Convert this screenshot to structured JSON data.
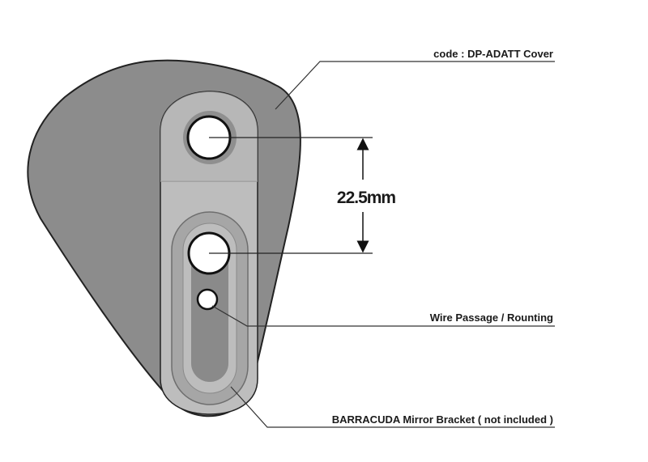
{
  "labels": {
    "part_code": "code : DP-ADATT Cover",
    "dimension": "22.5mm",
    "wire_passage": "Wire Passage / Rounting",
    "bracket": "BARRACUDA Mirror Bracket ( not  included )"
  },
  "colors": {
    "cover": "#8c8c8c",
    "bracket": "#bdbdbd",
    "slot_ring": "#a6a6a6",
    "slot_inner": "#8a8a8a",
    "outline": "#222222",
    "leader": "#333333"
  }
}
